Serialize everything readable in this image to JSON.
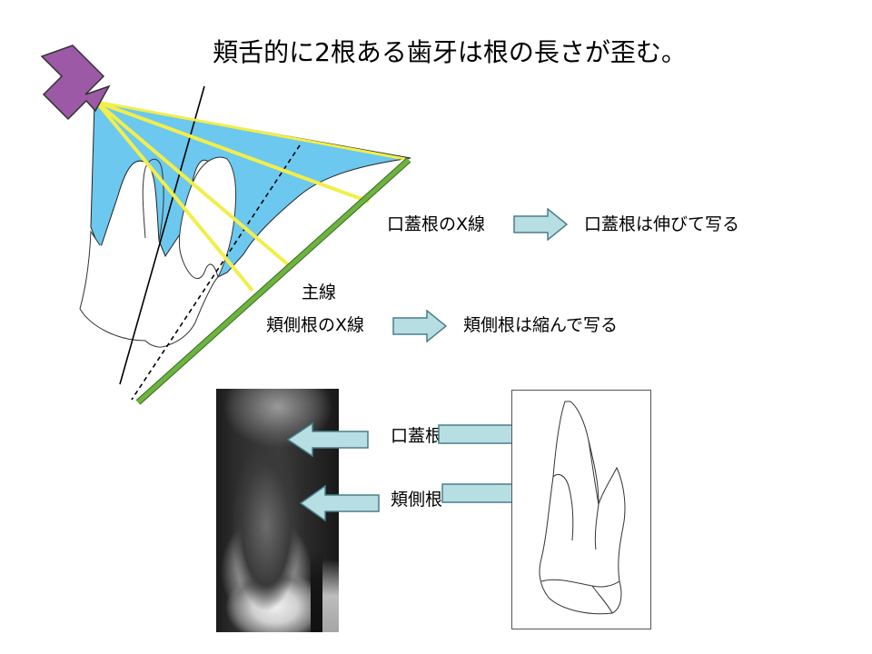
{
  "slide": {
    "title": "頬舌的に2根ある歯牙は根の長さが歪む。",
    "labels": {
      "palatal_xray": "口蓋根のX線",
      "palatal_result": "口蓋根は伸びて写る",
      "central_ray": "主線",
      "buccal_xray": "頬側根のX線",
      "buccal_result": "頬側根は縮んで写る",
      "palatal_root": "口蓋根",
      "buccal_root": "頬側根"
    }
  },
  "icons": {
    "xray_source": "tube-head-icon",
    "arrow": "block-arrow-right-icon"
  },
  "colors": {
    "source": "#9b59a6",
    "beam": "#6cc8ee",
    "ray": "#f2ee4a",
    "film": "#6cb33f",
    "arrow_fill": "#b7dfe3",
    "arrow_stroke": "#4a7f88"
  }
}
